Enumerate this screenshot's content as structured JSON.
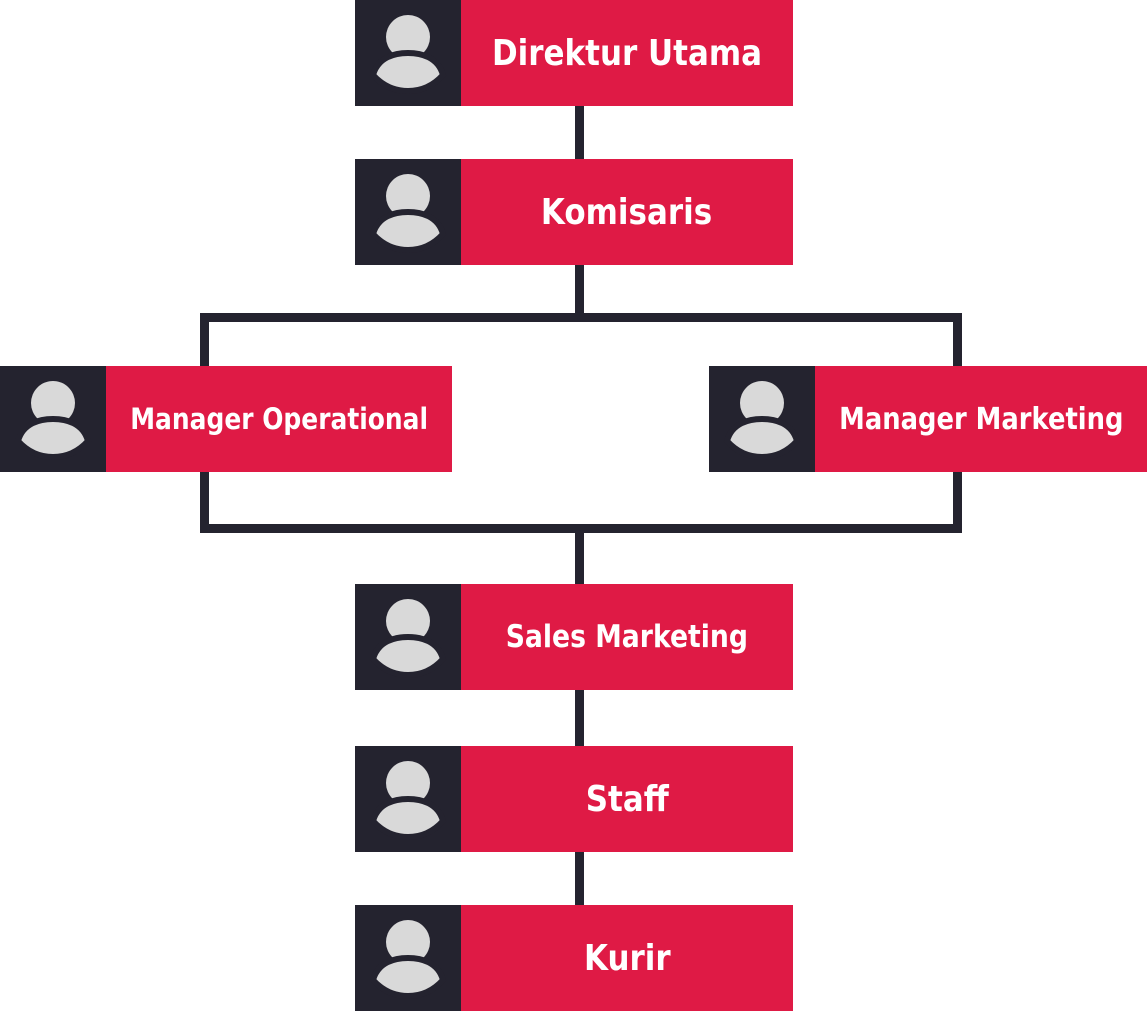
{
  "colors": {
    "dark": "#24232f",
    "accent": "#df1a45",
    "avatar": "#d9d9d9",
    "text": "#ffffff"
  },
  "nodes": {
    "direktur_utama": {
      "label": "Direktur Utama",
      "icon": "user-avatar-icon"
    },
    "komisaris": {
      "label": "Komisaris",
      "icon": "user-avatar-icon"
    },
    "manager_operational": {
      "label": "Manager Operational",
      "icon": "user-avatar-icon"
    },
    "manager_marketing": {
      "label": "Manager Marketing",
      "icon": "user-avatar-icon"
    },
    "sales_marketing": {
      "label": "Sales Marketing",
      "icon": "user-avatar-icon"
    },
    "staff": {
      "label": "Staff",
      "icon": "user-avatar-icon"
    },
    "kurir": {
      "label": "Kurir",
      "icon": "user-avatar-icon"
    }
  }
}
